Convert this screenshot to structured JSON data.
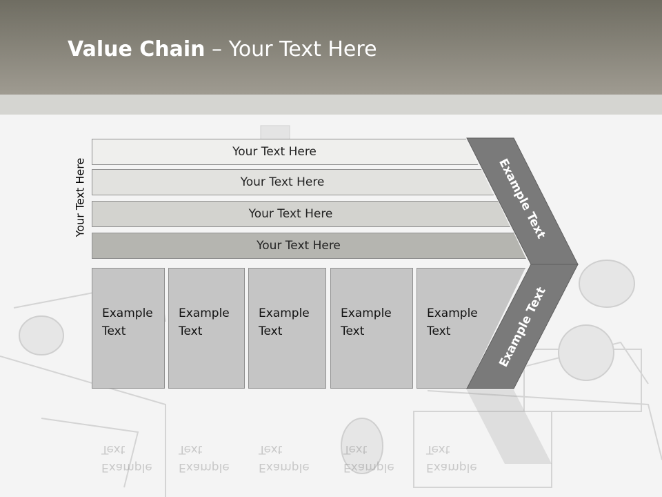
{
  "header": {
    "title_bold": "Value Chain",
    "title_rest": " – Your Text Here"
  },
  "side_label": "Your Text Here",
  "bars": [
    {
      "label": "Your Text Here",
      "color": "#efefed"
    },
    {
      "label": "Your Text Here",
      "color": "#e2e2df"
    },
    {
      "label": "Your Text Here",
      "color": "#d3d3cf"
    },
    {
      "label": "Your Text Here",
      "color": "#b5b5b0"
    }
  ],
  "columns": [
    {
      "line1": "Example",
      "line2": "Text"
    },
    {
      "line1": "Example",
      "line2": "Text"
    },
    {
      "line1": "Example",
      "line2": "Text"
    },
    {
      "line1": "Example",
      "line2": "Text"
    },
    {
      "line1": "Example",
      "line2": "Text"
    }
  ],
  "arrow_top_label": "Example Text",
  "arrow_bottom_label": "Example Text",
  "colors": {
    "arrow": "#7a7a7a",
    "column": "#c5c5c5"
  }
}
